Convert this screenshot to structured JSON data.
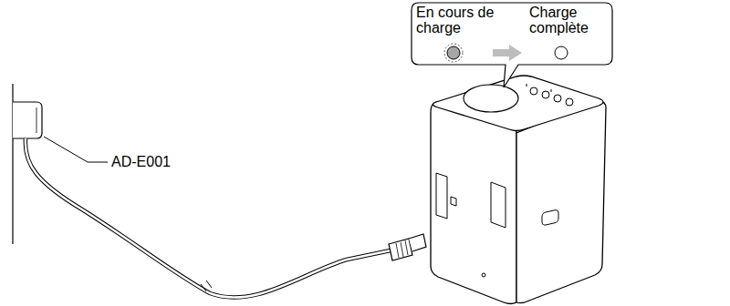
{
  "diagram": {
    "nodes": [
      {
        "text": [
          "En cours de charge",
          "Charge complète"
        ]
      }
    ],
    "labels": [
      "AD-E001"
    ]
  }
}
